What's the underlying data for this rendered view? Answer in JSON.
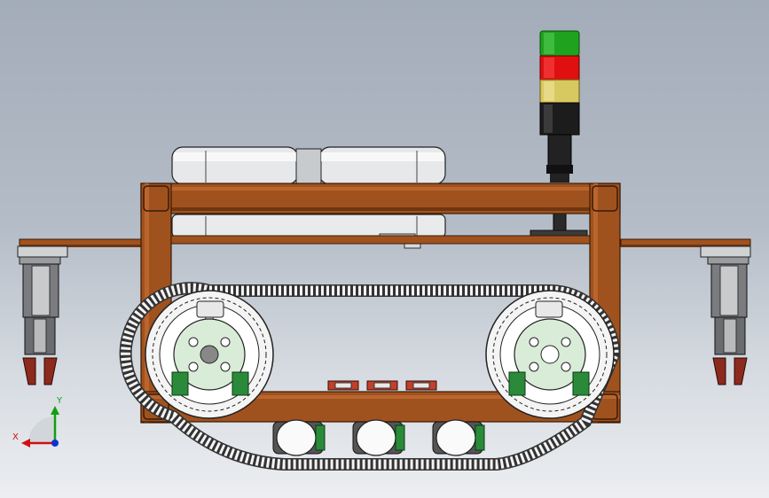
{
  "viewport": {
    "background_top": "#a3acb9",
    "background_bottom": "#eceef1"
  },
  "colors": {
    "frame": "#a0521e",
    "frame_dark": "#5a2a0a",
    "stack_green": "#1fa31f",
    "stack_red": "#e01010",
    "stack_yellow": "#d8c860",
    "stack_black": "#1c1c1c",
    "battery": "#e4e6e8",
    "hub": "#d8ecd8",
    "track": "#f2f2f2",
    "gripper_tip": "#8c2a1e",
    "axis_x": "#d01010",
    "axis_y": "#10a010",
    "axis_z": "#1030d0"
  },
  "model": {
    "assembly": "tracked-robot-front-view",
    "stack_light_segments": [
      "green",
      "red",
      "yellow",
      "black"
    ],
    "drive_sprockets": 2,
    "road_wheels": 3,
    "grippers": 2,
    "sensors": 3
  },
  "triad": {
    "x_label": "X",
    "y_label": "Y",
    "icon": "coordinate-triad-icon"
  }
}
